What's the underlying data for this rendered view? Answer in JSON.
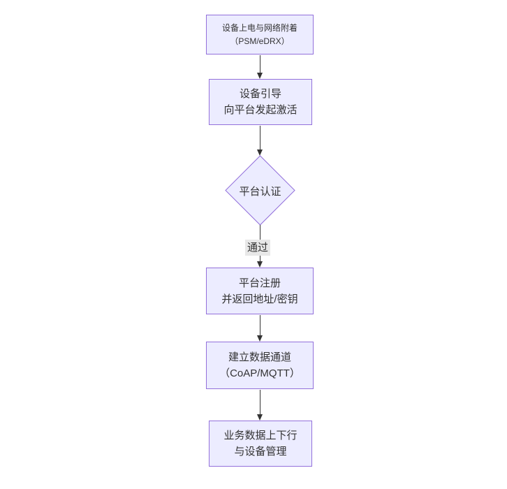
{
  "diagram": {
    "type": "flowchart",
    "direction": "top-down",
    "colors": {
      "node_fill": "#ECECFF",
      "node_border": "#9370DB",
      "text": "#333333",
      "edge": "#333333",
      "edge_label_bg": "#e8e8e8",
      "background": "#ffffff"
    },
    "nodes": [
      {
        "id": "A",
        "shape": "rectangle",
        "lines": [
          "设备上电与网络附着",
          "（PSM/eDRX）"
        ]
      },
      {
        "id": "B",
        "shape": "rectangle",
        "lines": [
          "设备引导",
          "向平台发起激活"
        ]
      },
      {
        "id": "C",
        "shape": "diamond",
        "lines": [
          "平台认证"
        ]
      },
      {
        "id": "D",
        "shape": "rectangle",
        "lines": [
          "平台注册",
          "并返回地址/密钥"
        ]
      },
      {
        "id": "E",
        "shape": "rectangle",
        "lines": [
          "建立数据通道",
          "（CoAP/MQTT）"
        ]
      },
      {
        "id": "F",
        "shape": "rectangle",
        "lines": [
          "业务数据上下行",
          "与设备管理"
        ]
      }
    ],
    "edges": [
      {
        "from": "A",
        "to": "B",
        "label": ""
      },
      {
        "from": "B",
        "to": "C",
        "label": ""
      },
      {
        "from": "C",
        "to": "D",
        "label": "通过"
      },
      {
        "from": "D",
        "to": "E",
        "label": ""
      },
      {
        "from": "E",
        "to": "F",
        "label": ""
      }
    ]
  }
}
